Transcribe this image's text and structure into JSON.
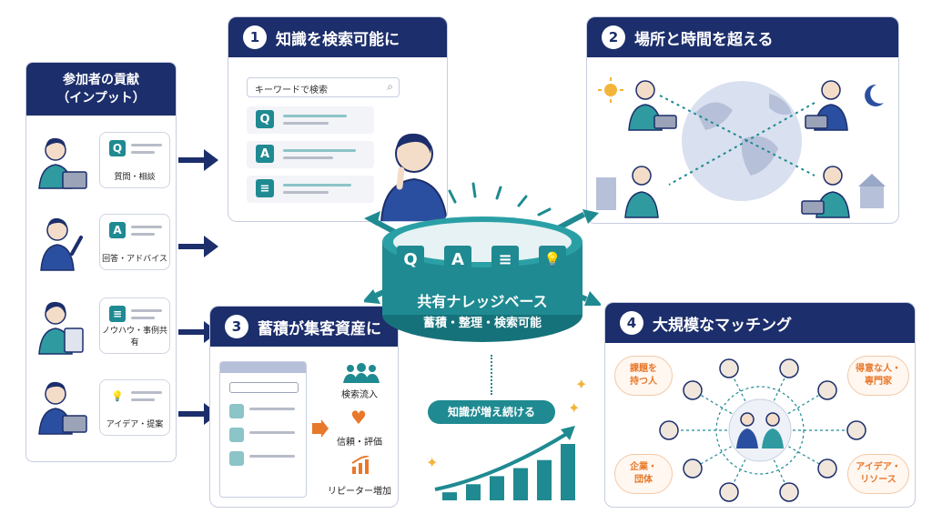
{
  "left": {
    "title_line1": "参加者の貢献",
    "title_line2": "（インプット）",
    "items": [
      {
        "letter": "Q",
        "label": "質問・相談"
      },
      {
        "letter": "A",
        "label": "回答・アドバイス"
      },
      {
        "letter": "",
        "label": "ノウハウ・事例共有"
      },
      {
        "letter": "",
        "label": "アイデア・提案"
      }
    ]
  },
  "panel1": {
    "number": "1",
    "title": "知識を検索可能に",
    "search_placeholder": "キーワードで検索",
    "rows": [
      "Q",
      "A",
      ""
    ]
  },
  "panel2": {
    "number": "2",
    "title": "場所と時間を超える"
  },
  "panel3": {
    "number": "3",
    "title": "蓄積が集客資産に",
    "benefits": [
      "検索流入",
      "信頼・評価",
      "リピーター増加"
    ]
  },
  "panel4": {
    "number": "4",
    "title": "大規模なマッチング",
    "tags": [
      "課題を\n持つ人",
      "得意な人・\n専門家",
      "企業・\n団体",
      "アイデア・\nリソース"
    ]
  },
  "center": {
    "icons": [
      "Q",
      "A"
    ],
    "title": "共有ナレッジベース",
    "subtitle": "蓄積・整理・検索可能",
    "growth_label": "知識が増え続ける",
    "growth_values": [
      1,
      2,
      3,
      4,
      5,
      7
    ]
  },
  "colors": {
    "navy": "#1c2e6b",
    "teal": "#1f8a91",
    "orange": "#e8782a"
  }
}
